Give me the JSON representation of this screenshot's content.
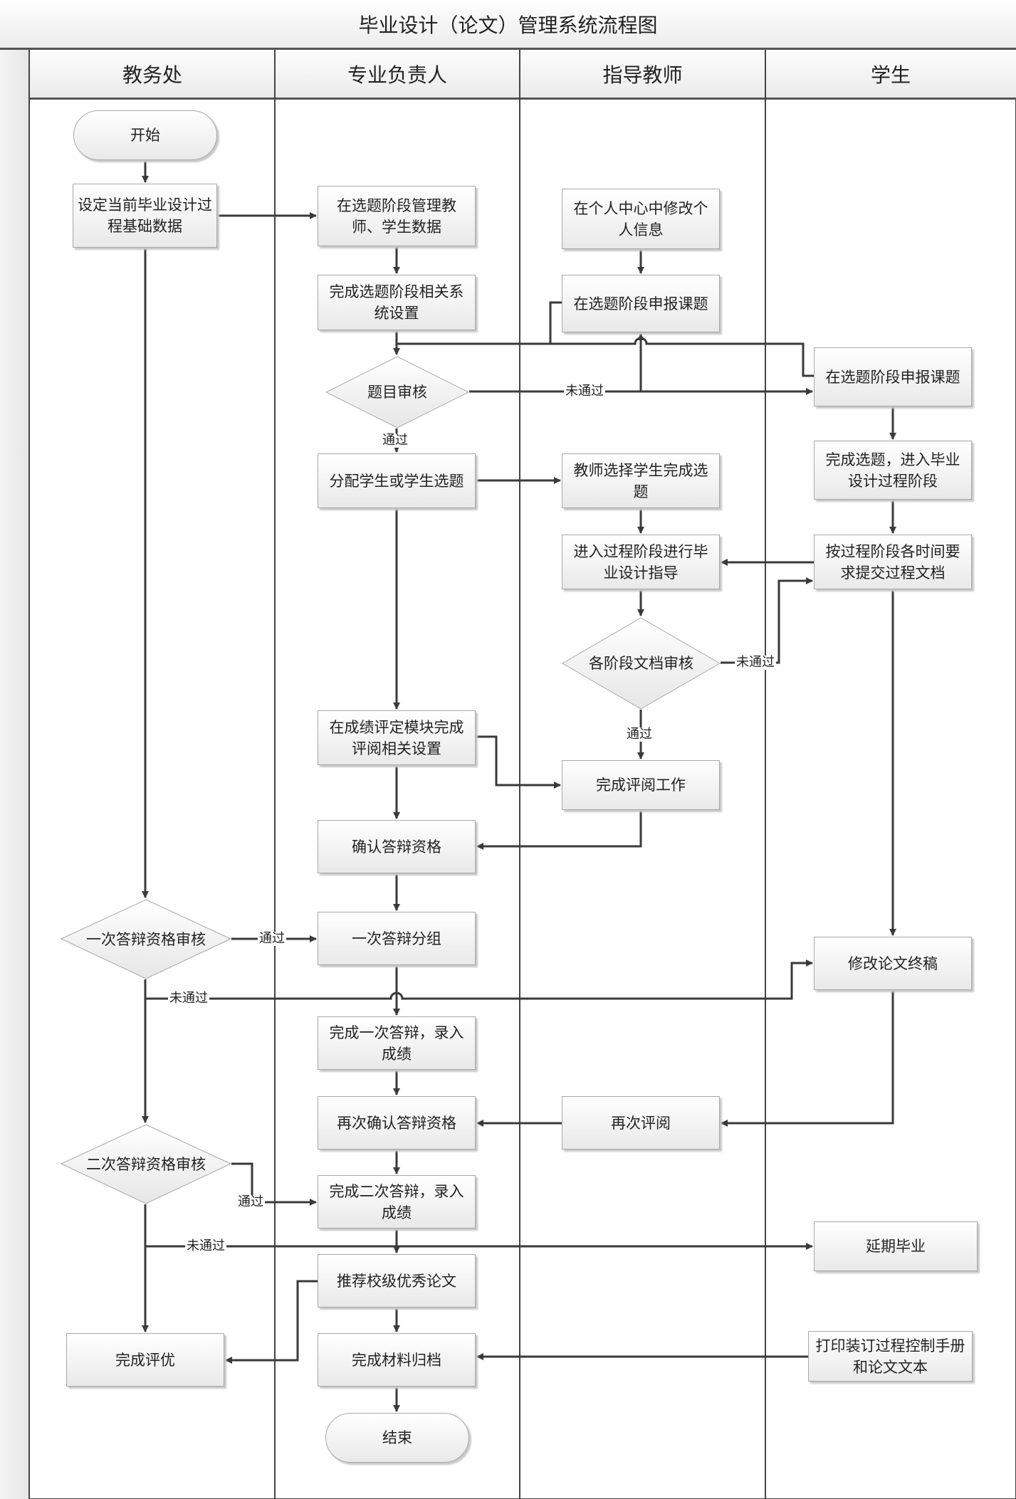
{
  "title": "毕业设计（论文）管理系统流程图",
  "lanes": [
    "教务处",
    "专业负责人",
    "指导教师",
    "学生"
  ],
  "nodes": {
    "start": "开始",
    "set_base_data": "设定当前毕业设计过程基础数据",
    "manage_data": "在选题阶段管理教师、学生数据",
    "topic_settings": "完成选题阶段相关系统设置",
    "topic_review": "题目审核",
    "assign_topic": "分配学生或学生选题",
    "edit_profile": "在个人中心中修改个人信息",
    "teacher_declare": "在选题阶段申报课题",
    "student_declare": "在选题阶段申报课题",
    "finish_selection": "完成选题，进入毕业设计过程阶段",
    "teacher_select": "教师选择学生完成选题",
    "guidance": "进入过程阶段进行毕业设计指导",
    "submit_docs": "按过程阶段各时间要求提交过程文档",
    "doc_review": "各阶段文档审核",
    "review_settings": "在成绩评定模块完成评阅相关设置",
    "finish_review": "完成评阅工作",
    "confirm_defense": "确认答辩资格",
    "first_qual": "一次答辩资格审核",
    "first_group": "一次答辩分组",
    "revise_final": "修改论文终稿",
    "first_defense_done": "完成一次答辩，录入成绩",
    "reconfirm": "再次确认答辩资格",
    "re_review": "再次评阅",
    "second_qual": "二次答辩资格审核",
    "second_defense_done": "完成二次答辩，录入成绩",
    "delay": "延期毕业",
    "recommend": "推荐校级优秀论文",
    "excellence": "完成评优",
    "archive": "完成材料归档",
    "print_bind": "打印装订过程控制手册和论文文本",
    "end": "结束"
  },
  "edge_labels": {
    "fail_1": "未通过",
    "pass_1": "通过",
    "fail_2": "未通过",
    "pass_2": "通过",
    "pass_3": "通过",
    "fail_3": "未通过",
    "pass_4": "通过",
    "fail_4": "未通过"
  }
}
